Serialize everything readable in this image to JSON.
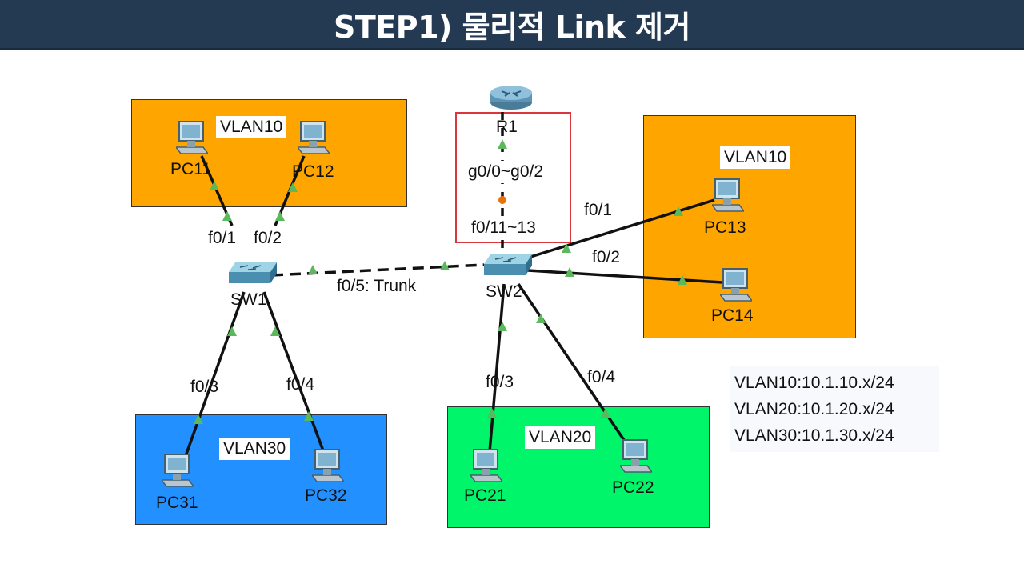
{
  "header": {
    "title": "STEP1) 물리적 Link 제거"
  },
  "colors": {
    "header_bg": "#243a52",
    "vlan10": "#ffa500",
    "vlan20": "#00f56a",
    "vlan30": "#2291ff",
    "link_up": "#5cb85c",
    "link_blocked": "#e8720c",
    "highlight": "#d9363e"
  },
  "areas": {
    "left_vlan10": {
      "label": "VLAN10"
    },
    "right_vlan10": {
      "label": "VLAN10"
    },
    "vlan30": {
      "label": "VLAN30"
    },
    "vlan20": {
      "label": "VLAN20"
    }
  },
  "devices": {
    "pc11": "PC11",
    "pc12": "PC12",
    "pc13": "PC13",
    "pc14": "PC14",
    "pc21": "PC21",
    "pc22": "PC22",
    "pc31": "PC31",
    "pc32": "PC32",
    "sw1": "SW1",
    "sw2": "SW2",
    "r1": "R1"
  },
  "ports": {
    "sw1_f01": "f0/1",
    "sw1_f02": "f0/2",
    "sw1_f03": "f0/3",
    "sw1_f04": "f0/4",
    "sw2_f01": "f0/1",
    "sw2_f02": "f0/2",
    "sw2_f03": "f0/3",
    "sw2_f04": "f0/4",
    "trunk": "f0/5: Trunk",
    "r1_ports": "g0/0~g0/2",
    "sw2_uplink": "f0/11~13"
  },
  "legend": [
    "VLAN10:10.1.10.x/24",
    "VLAN20:10.1.20.x/24",
    "VLAN30:10.1.30.x/24"
  ],
  "icons": {
    "pc": "pc-icon",
    "switch": "switch-icon",
    "router": "router-icon",
    "link_light": "triangle-link-light-icon"
  }
}
